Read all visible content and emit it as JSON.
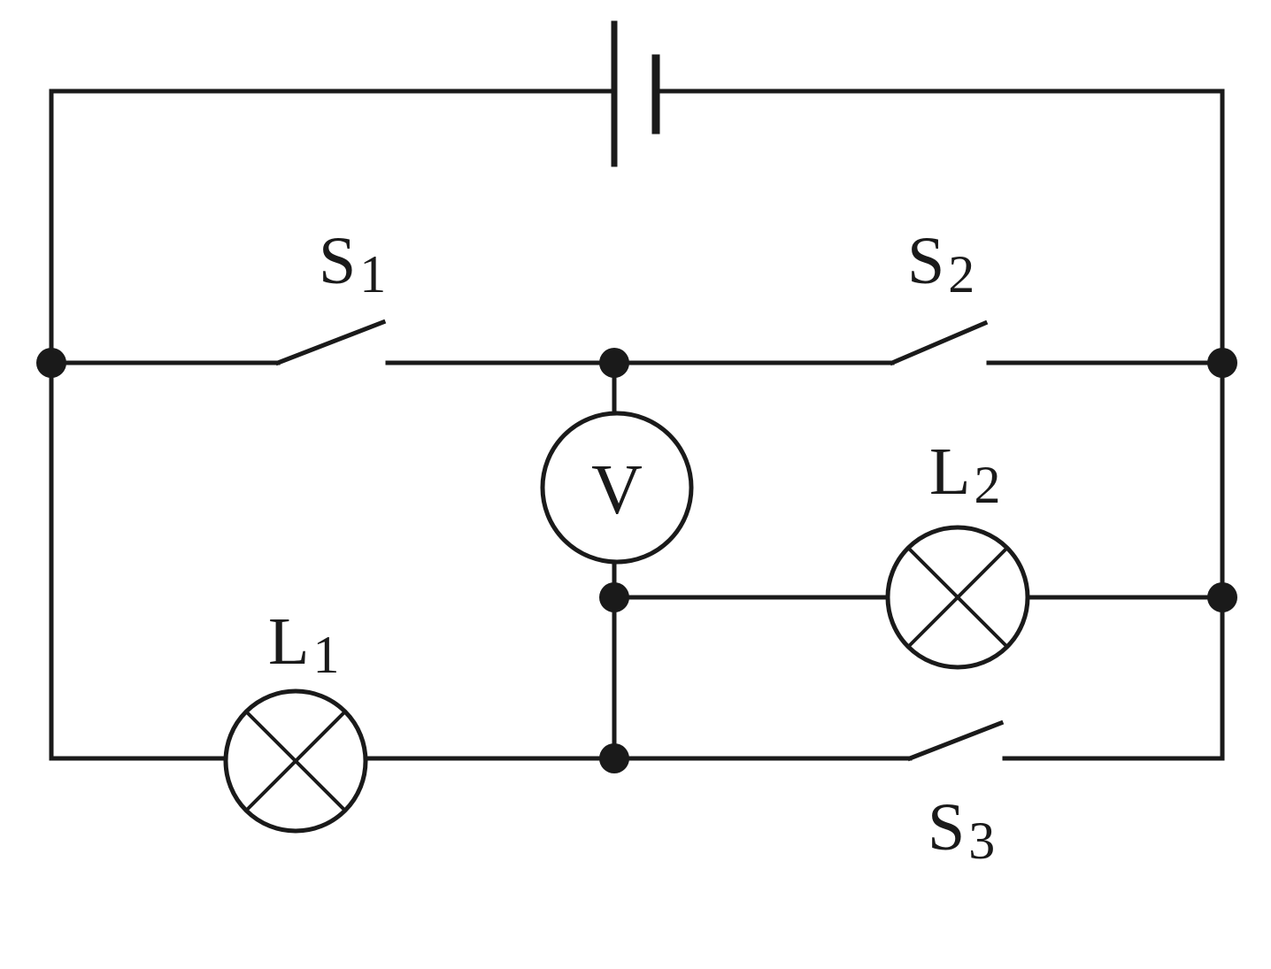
{
  "diagram": {
    "components": {
      "battery": {
        "name": "battery"
      },
      "s1": {
        "letter": "S",
        "sub": "1",
        "state": "open"
      },
      "s2": {
        "letter": "S",
        "sub": "2",
        "state": "open"
      },
      "s3": {
        "letter": "S",
        "sub": "3",
        "state": "open"
      },
      "l1": {
        "letter": "L",
        "sub": "1"
      },
      "l2": {
        "letter": "L",
        "sub": "2"
      },
      "voltmeter": {
        "symbol": "V"
      }
    },
    "colors": {
      "line": "#1a1a1a",
      "background": "#ffffff"
    }
  }
}
